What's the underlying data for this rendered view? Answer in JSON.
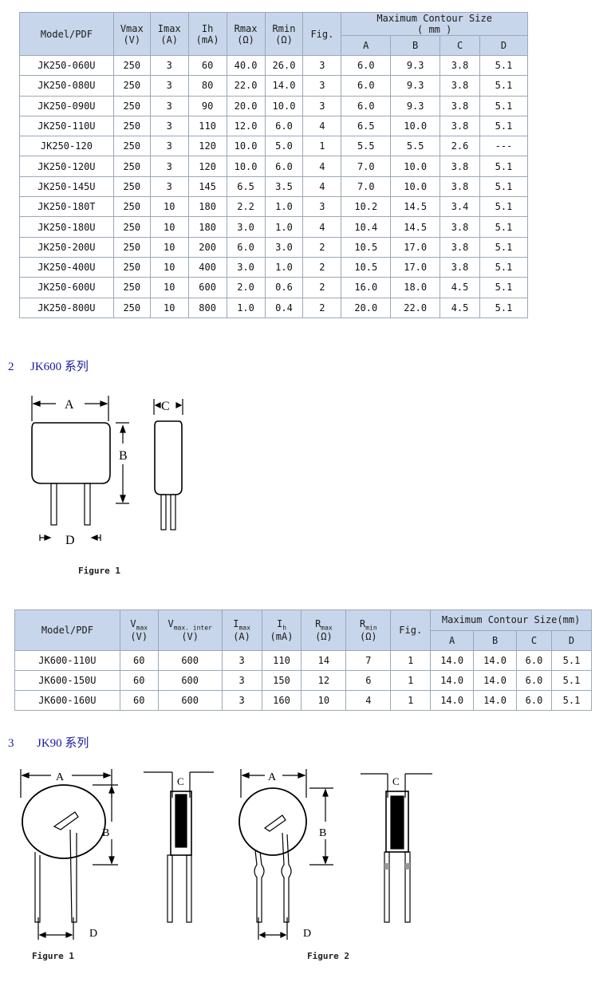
{
  "table1": {
    "headers": {
      "model": "Model/PDF",
      "vmax": [
        "Vmax",
        "(V)"
      ],
      "imax": [
        "Imax",
        "(A)"
      ],
      "ih": [
        "Ih",
        "(mA)"
      ],
      "rmax": [
        "Rmax",
        "(Ω)"
      ],
      "rmin": [
        "Rmin",
        "(Ω)"
      ],
      "fig": "Fig.",
      "size": [
        "Maximum Contour Size",
        "( mm )"
      ],
      "size_cols": [
        "A",
        "B",
        "C",
        "D"
      ]
    },
    "rows": [
      [
        "JK250-060U",
        "250",
        "3",
        "60",
        "40.0",
        "26.0",
        "3",
        "6.0",
        "9.3",
        "3.8",
        "5.1"
      ],
      [
        "JK250-080U",
        "250",
        "3",
        "80",
        "22.0",
        "14.0",
        "3",
        "6.0",
        "9.3",
        "3.8",
        "5.1"
      ],
      [
        "JK250-090U",
        "250",
        "3",
        "90",
        "20.0",
        "10.0",
        "3",
        "6.0",
        "9.3",
        "3.8",
        "5.1"
      ],
      [
        "JK250-110U",
        "250",
        "3",
        "110",
        "12.0",
        "6.0",
        "4",
        "6.5",
        "10.0",
        "3.8",
        "5.1"
      ],
      [
        "JK250-120",
        "250",
        "3",
        "120",
        "10.0",
        "5.0",
        "1",
        "5.5",
        "5.5",
        "2.6",
        "---"
      ],
      [
        "JK250-120U",
        "250",
        "3",
        "120",
        "10.0",
        "6.0",
        "4",
        "7.0",
        "10.0",
        "3.8",
        "5.1"
      ],
      [
        "JK250-145U",
        "250",
        "3",
        "145",
        "6.5",
        "3.5",
        "4",
        "7.0",
        "10.0",
        "3.8",
        "5.1"
      ],
      [
        "JK250-180T",
        "250",
        "10",
        "180",
        "2.2",
        "1.0",
        "3",
        "10.2",
        "14.5",
        "3.4",
        "5.1"
      ],
      [
        "JK250-180U",
        "250",
        "10",
        "180",
        "3.0",
        "1.0",
        "4",
        "10.4",
        "14.5",
        "3.8",
        "5.1"
      ],
      [
        "JK250-200U",
        "250",
        "10",
        "200",
        "6.0",
        "3.0",
        "2",
        "10.5",
        "17.0",
        "3.8",
        "5.1"
      ],
      [
        "JK250-400U",
        "250",
        "10",
        "400",
        "3.0",
        "1.0",
        "2",
        "10.5",
        "17.0",
        "3.8",
        "5.1"
      ],
      [
        "JK250-600U",
        "250",
        "10",
        "600",
        "2.0",
        "0.6",
        "2",
        "16.0",
        "18.0",
        "4.5",
        "5.1"
      ],
      [
        "JK250-800U",
        "250",
        "10",
        "800",
        "1.0",
        "0.4",
        "2",
        "20.0",
        "22.0",
        "4.5",
        "5.1"
      ]
    ]
  },
  "section2": {
    "number": "2",
    "title": "JK600 系列"
  },
  "figure_jk600": {
    "label_a": "A",
    "label_b": "B",
    "label_c": "C",
    "label_d": "D",
    "caption": "Figure 1"
  },
  "table2": {
    "headers": {
      "model": "Model/PDF",
      "vmax": {
        "main": "V",
        "sub": "max",
        "unit": "(V)"
      },
      "vmax_inter": {
        "main": "V",
        "sub": "max. inter",
        "unit": "(V)"
      },
      "imax": {
        "main": "I",
        "sub": "max",
        "unit": "(A)"
      },
      "ih": {
        "main": "I",
        "sub": "h",
        "unit": "(mA)"
      },
      "rmax": {
        "main": "R",
        "sub": "max",
        "unit": "(Ω)"
      },
      "rmin": {
        "main": "R",
        "sub": "min",
        "unit": "(Ω)"
      },
      "fig": "Fig.",
      "size": "Maximum Contour Size(mm)",
      "size_cols": [
        "A",
        "B",
        "C",
        "D"
      ]
    },
    "rows": [
      [
        "JK600-110U",
        "60",
        "600",
        "3",
        "110",
        "14",
        "7",
        "1",
        "14.0",
        "14.0",
        "6.0",
        "5.1"
      ],
      [
        "JK600-150U",
        "60",
        "600",
        "3",
        "150",
        "12",
        "6",
        "1",
        "14.0",
        "14.0",
        "6.0",
        "5.1"
      ],
      [
        "JK600-160U",
        "60",
        "600",
        "3",
        "160",
        "10",
        "4",
        "1",
        "14.0",
        "14.0",
        "6.0",
        "5.1"
      ]
    ]
  },
  "section3": {
    "number": "3",
    "title": "JK90 系列"
  },
  "figure_jk90": {
    "label_a": "A",
    "label_b": "B",
    "label_c": "C",
    "label_d": "D",
    "caption1": "Figure 1",
    "caption2": "Figure 2"
  }
}
